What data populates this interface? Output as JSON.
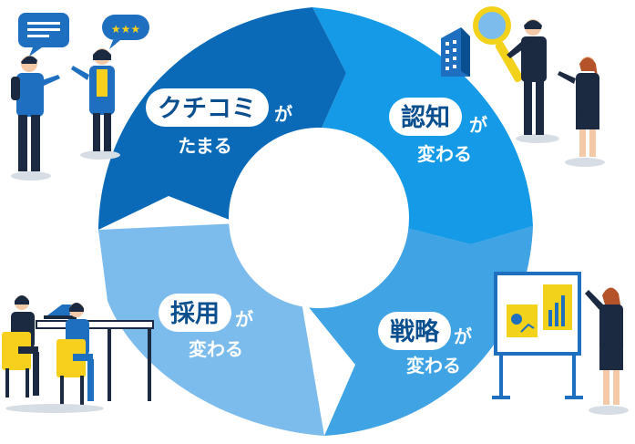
{
  "colors": {
    "segment_top_left": "#0a6ab8",
    "segment_top_right": "#149ae6",
    "segment_bottom_right": "#3fa3e4",
    "segment_bottom_left": "#7cbcec",
    "pill_text": "#0b4f8f",
    "figure_suit": "#1b2a40",
    "figure_blue": "#1f6fc0",
    "chair_yellow": "#f6d01c",
    "chart_yellow": "#f2d21a"
  },
  "cycle": [
    {
      "keyword": "クチコミ",
      "suffix": "が",
      "line2": "たまる"
    },
    {
      "keyword": "認知",
      "suffix": "が",
      "line2": "変わる"
    },
    {
      "keyword": "戦略",
      "suffix": "が",
      "line2": "変わる"
    },
    {
      "keyword": "採用",
      "suffix": "が",
      "line2": "変わる"
    }
  ],
  "illustrations": {
    "top_left": "people-chatting-review-icon",
    "top_right": "magnifier-building-icon",
    "bottom_right": "presentation-board-icon",
    "bottom_left": "job-interview-icon"
  },
  "bubble_stars": "★★★"
}
